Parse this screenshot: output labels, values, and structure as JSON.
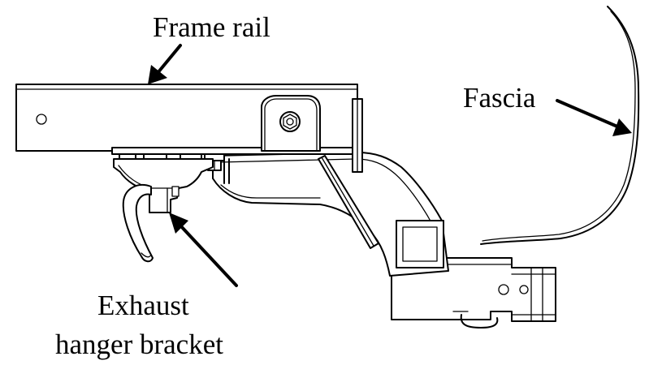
{
  "labels": {
    "frame_rail": "Frame rail",
    "fascia": "Fascia",
    "exhaust_line1": "Exhaust",
    "exhaust_line2": "hanger bracket"
  },
  "colors": {
    "line": "#000000",
    "background": "#ffffff"
  }
}
